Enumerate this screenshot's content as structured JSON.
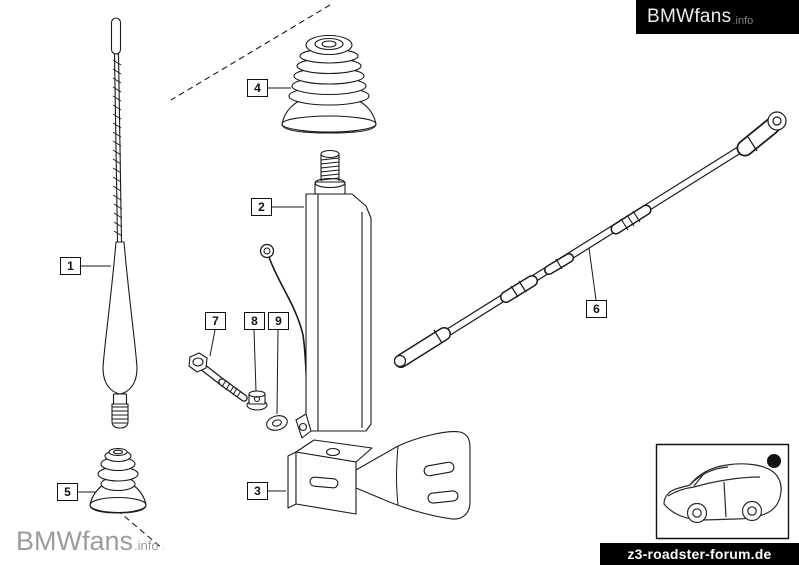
{
  "colors": {
    "line": "#1a1a1a",
    "banner_bg": "#000000",
    "banner_text": "#ffffff",
    "watermark_gray": "#9c9c9c"
  },
  "branding": {
    "site_logo": {
      "brand": "BMWfans",
      "suffix": ".info"
    },
    "corner_watermark": {
      "brand": "BMWfans",
      "suffix": ".info"
    },
    "forum_banner": "z3-roadster-forum.de"
  },
  "diagram": {
    "callouts": [
      {
        "num": "1"
      },
      {
        "num": "2"
      },
      {
        "num": "3"
      },
      {
        "num": "4"
      },
      {
        "num": "5"
      },
      {
        "num": "6"
      },
      {
        "num": "7"
      },
      {
        "num": "8"
      },
      {
        "num": "9"
      }
    ]
  }
}
